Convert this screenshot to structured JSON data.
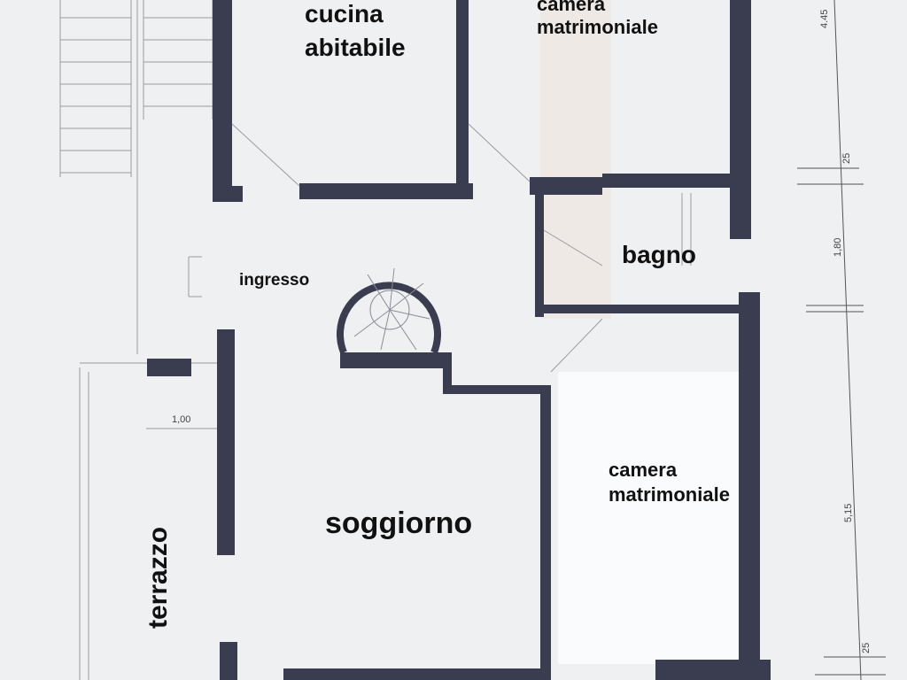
{
  "rooms": {
    "kitchen": [
      "cucina",
      "abitabile"
    ],
    "master_bedroom_top": [
      "camera",
      "matrimoniale"
    ],
    "bathroom": "bagno",
    "entrance": "ingresso",
    "living_room": "soggiorno",
    "master_bedroom_bottom": [
      "camera",
      "matrimoniale"
    ],
    "terrace": "terrazzo"
  },
  "dimensions": {
    "right_top": "4.45",
    "right_wall_1": "25",
    "right_bath": "1,80",
    "right_bedroom": "5,15",
    "right_wall_2": "25",
    "terrace_width": "1,00"
  },
  "colors": {
    "paper": "#eef0f2",
    "wall": "#3a3d4f",
    "pencil": "#8a8d96",
    "label": "#111111"
  }
}
